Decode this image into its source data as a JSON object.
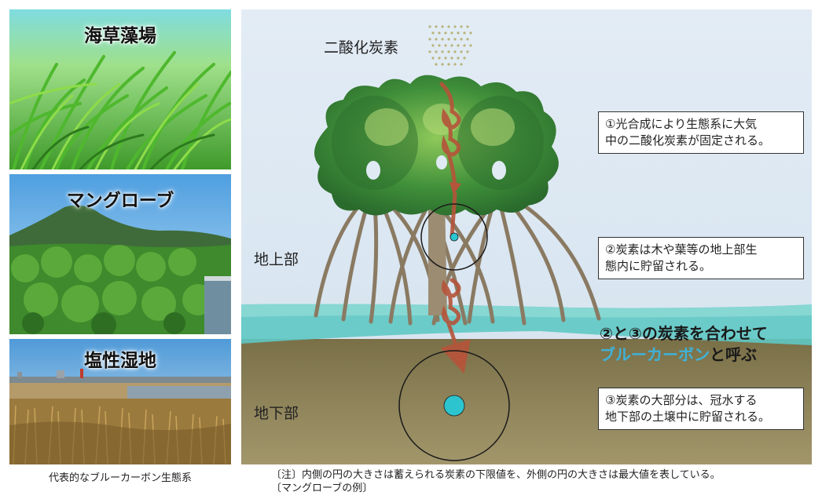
{
  "left_panel": {
    "photos": [
      {
        "title": "海草藻場",
        "icon": "seagrass-photo"
      },
      {
        "title": "マングローブ",
        "icon": "mangrove-photo"
      },
      {
        "title": "塩性湿地",
        "icon": "salt-marsh-photo"
      }
    ],
    "caption": "代表的なブルーカーボン生態系"
  },
  "diagram": {
    "co2_label": "二酸化炭素",
    "zones": {
      "above": "地上部",
      "below": "地下部"
    },
    "callouts": [
      {
        "line1": "①光合成により生態系に大気",
        "line2": "中の二酸化炭素が固定される。"
      },
      {
        "line1": "②炭素は木や葉等の地上部生",
        "line2": "態内に貯留される。"
      },
      {
        "line1": "③炭素の大部分は、冠水する",
        "line2": "地下部の土壌中に貯留される。"
      }
    ],
    "summary": {
      "line1": "②と③の炭素を合わせて",
      "accent": "ブルーカーボン",
      "tail": "と呼ぶ"
    },
    "colors": {
      "sky": "#dfeaf3",
      "water": "#5fc8c4",
      "soil": "#8a7e54",
      "canopy": "#2f7f3a",
      "arrow": "#b5543a",
      "carbon_dot": "#2cc4cf"
    }
  },
  "note": {
    "line1": "〔注〕内側の円の大きさは蓄えられる炭素の下限値を、外側の円の大きさは最大値を表している。",
    "line2": "〔マングローブの例〕"
  }
}
